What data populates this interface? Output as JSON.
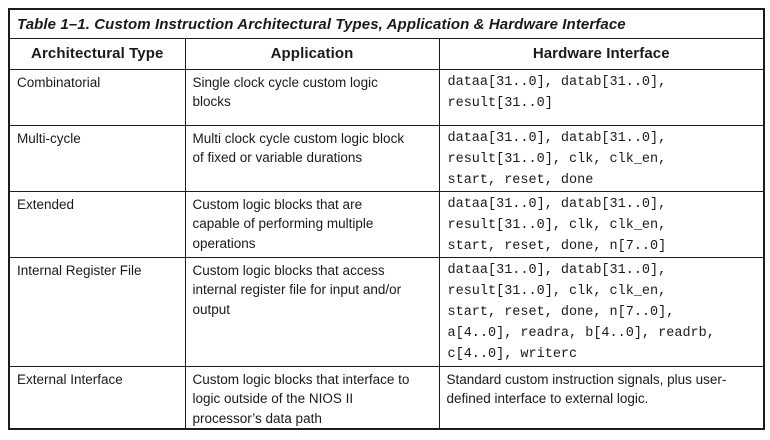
{
  "table": {
    "title": "Table 1–1. Custom Instruction Architectural Types, Application & Hardware Interface",
    "columns": [
      "Architectural Type",
      "Application",
      "Hardware Interface"
    ],
    "rows": [
      {
        "type": "Combinatorial",
        "application": "Single clock cycle custom logic\nblocks",
        "hardware": "dataa[31..0], datab[31..0],\nresult[31..0]"
      },
      {
        "type": "Multi-cycle",
        "application": "Multi clock cycle custom logic block\nof fixed or variable durations",
        "hardware": "dataa[31..0], datab[31..0],\nresult[31..0], clk, clk_en,\nstart, reset, done"
      },
      {
        "type": "Extended",
        "application": "Custom logic blocks that are\ncapable of performing multiple\noperations",
        "hardware": "dataa[31..0], datab[31..0],\nresult[31..0], clk, clk_en,\nstart, reset, done, n[7..0]"
      },
      {
        "type": "Internal Register File",
        "application": "Custom logic blocks that access\ninternal register file for input and/or\noutput",
        "hardware": "dataa[31..0], datab[31..0],\nresult[31..0], clk, clk_en,\nstart, reset, done, n[7..0],\na[4..0], readra, b[4..0], readrb,\nc[4..0], writerc"
      },
      {
        "type": "External Interface",
        "application": "Custom logic blocks that interface to\nlogic outside of the NIOS II\nprocessor’s data path",
        "hardware": "Standard custom instruction signals, plus user-\ndefined interface to external logic."
      }
    ],
    "colors": {
      "border": "#1c1c1c",
      "text": "#1a1a1a",
      "background": "#ffffff"
    }
  }
}
